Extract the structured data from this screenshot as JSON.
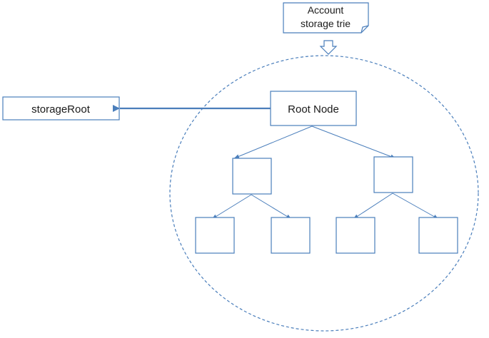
{
  "note": {
    "line1": "Account",
    "line2": "storage trie"
  },
  "storage_root": {
    "label": "storageRoot"
  },
  "root_node": {
    "label": "Root Node"
  },
  "colors": {
    "stroke": "#4a7ebb",
    "text": "#1a1a1a",
    "background": "#ffffff"
  }
}
